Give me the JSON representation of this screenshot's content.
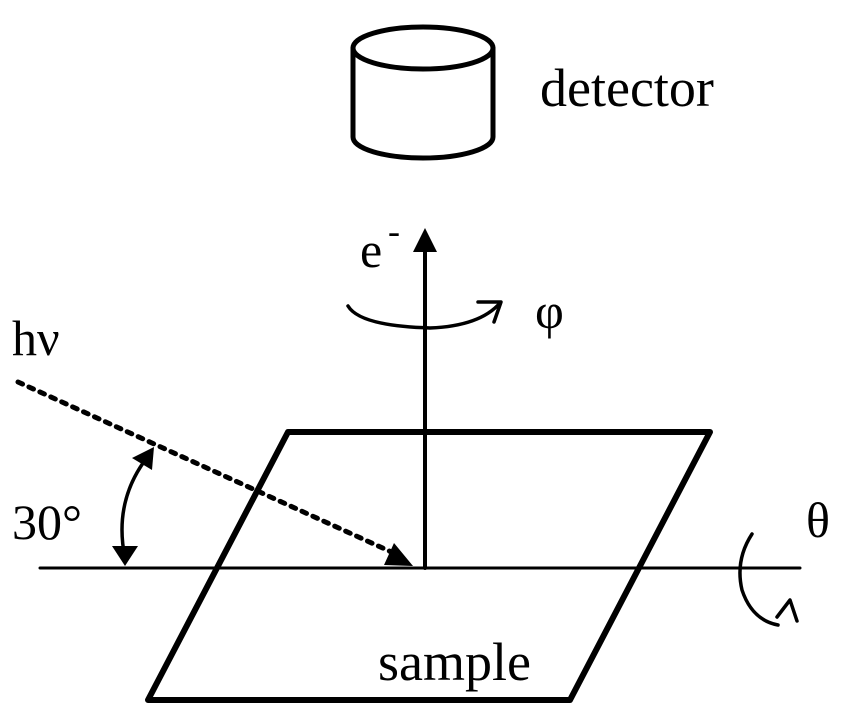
{
  "labels": {
    "detector": "detector",
    "electron": "e",
    "electron_charge": "-",
    "phi": "φ",
    "photon": "hν",
    "angle": "30°",
    "theta": "θ",
    "sample": "sample"
  },
  "colors": {
    "ink": "#000000",
    "background": "#ffffff"
  }
}
